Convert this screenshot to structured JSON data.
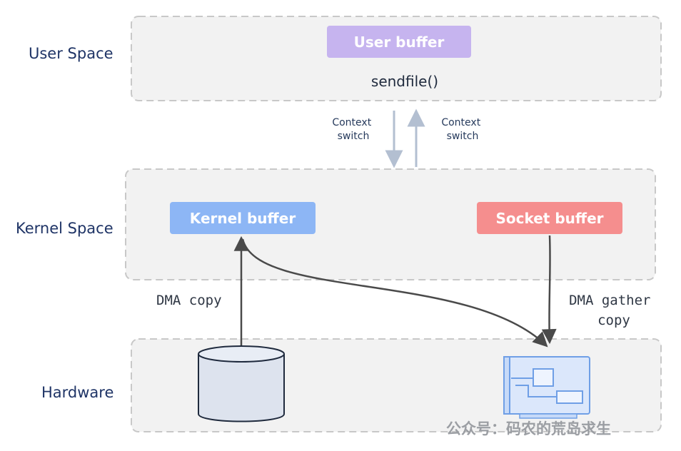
{
  "layers": {
    "user_space": "User Space",
    "kernel_space": "Kernel Space",
    "hardware": "Hardware"
  },
  "buffers": {
    "user": "User buffer",
    "kernel": "Kernel buffer",
    "socket": "Socket buffer"
  },
  "syscall": "sendfile()",
  "context_switch": {
    "down": [
      "Context",
      "switch"
    ],
    "up": [
      "Context",
      "switch"
    ]
  },
  "dma": {
    "copy": "DMA copy",
    "gather": [
      "DMA gather",
      "copy"
    ]
  },
  "watermark": "公众号：码农的荒岛求生",
  "colors": {
    "layer_fill": "#f2f2f2",
    "layer_border": "#c8c8c8",
    "user_buffer": "#c6b4ef",
    "kernel_buffer": "#8db6f5",
    "socket_buffer": "#f58e8e",
    "disk_fill": "#dde3ee",
    "nic_fill": "#dbe7fb",
    "nic_stroke": "#6f9fe6",
    "arrow_dark": "#4a4a4a",
    "arrow_light": "#b3bfd1",
    "label_text": "#1f3466"
  },
  "icons": {
    "disk": "disk-drive-icon",
    "nic": "network-card-icon"
  }
}
